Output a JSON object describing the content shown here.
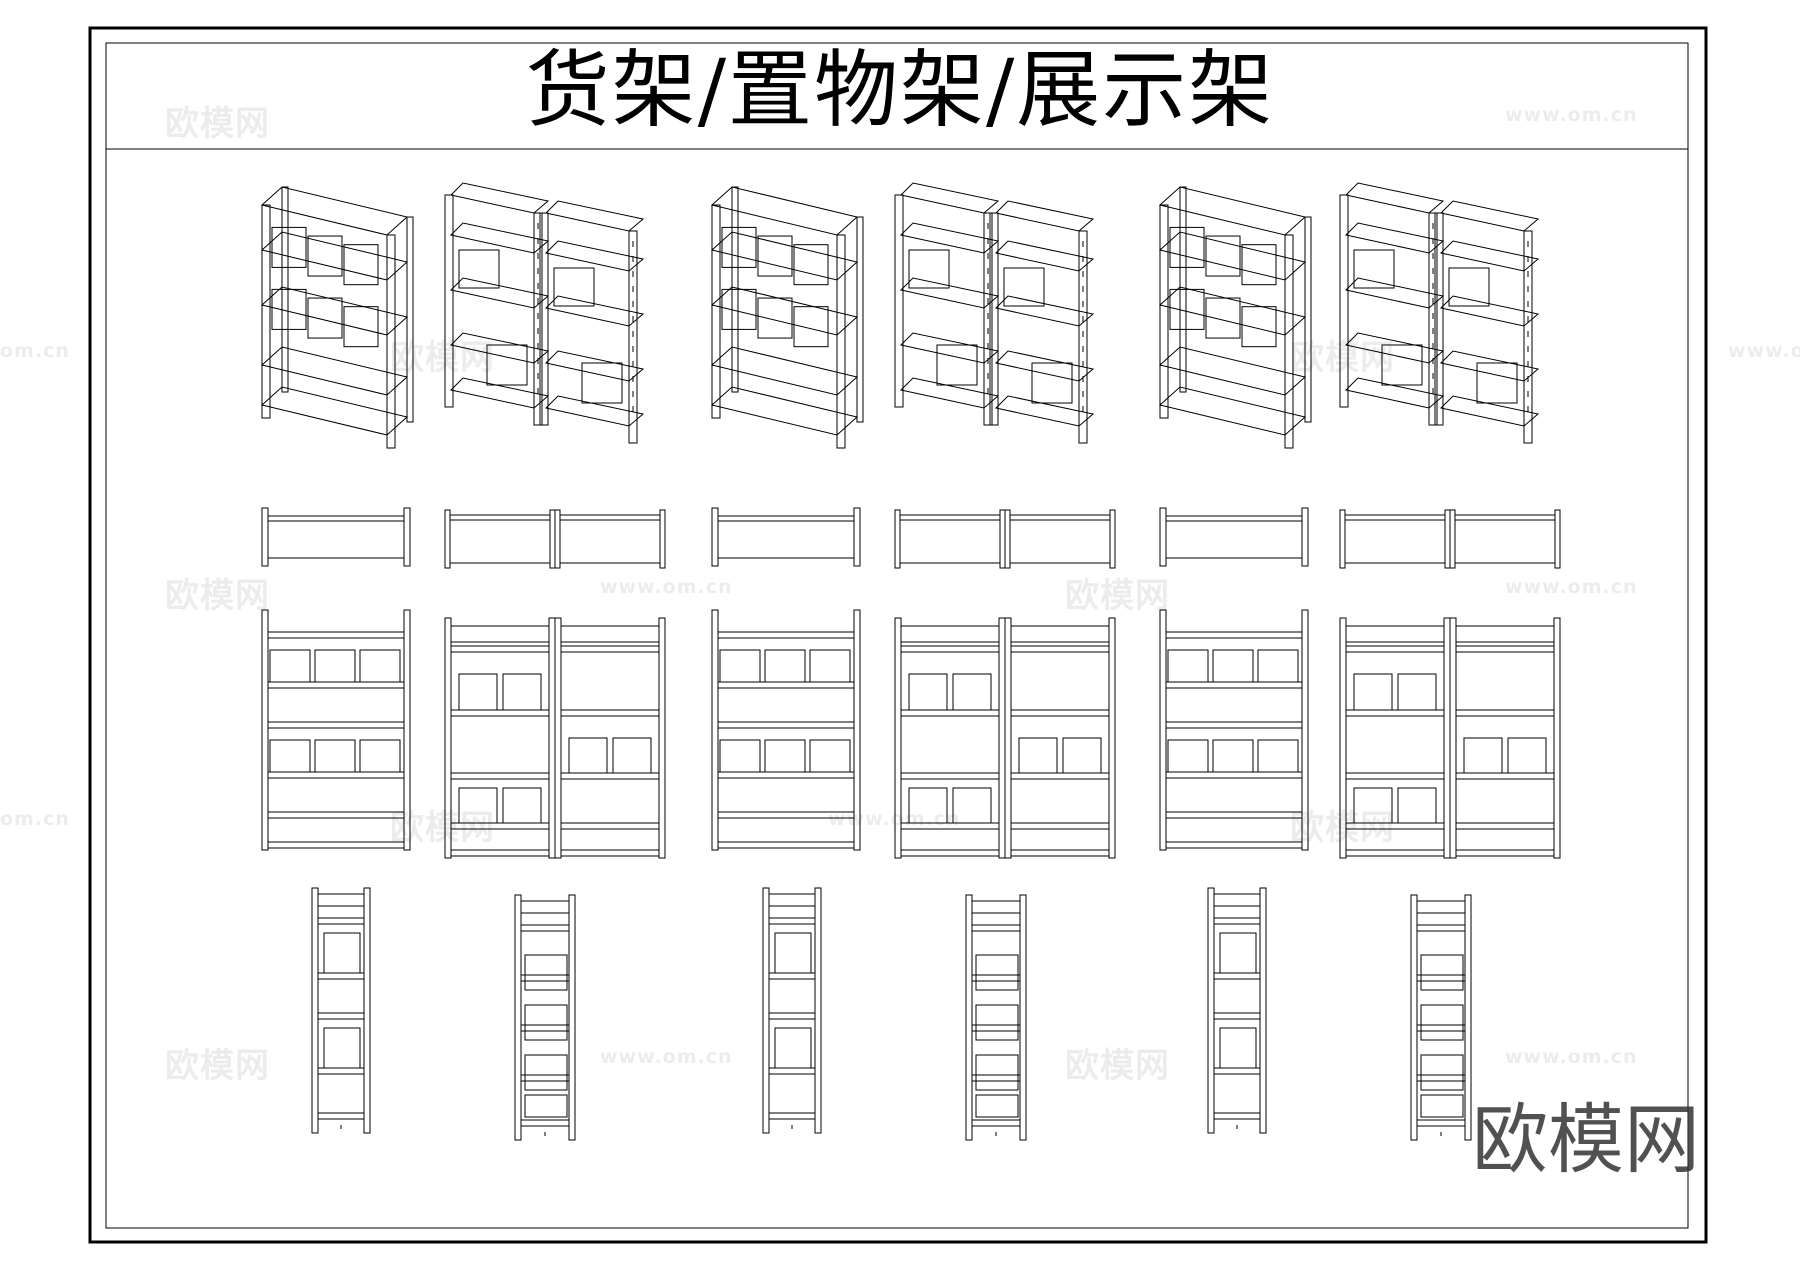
{
  "title": "货架/置物架/展示架",
  "watermarks": {
    "brand_cn": "欧模网",
    "url": "www.om.cn",
    "url_partial": "om.cn"
  },
  "brand_logo": "欧模网",
  "colors": {
    "line": "#000000",
    "background": "#ffffff"
  }
}
